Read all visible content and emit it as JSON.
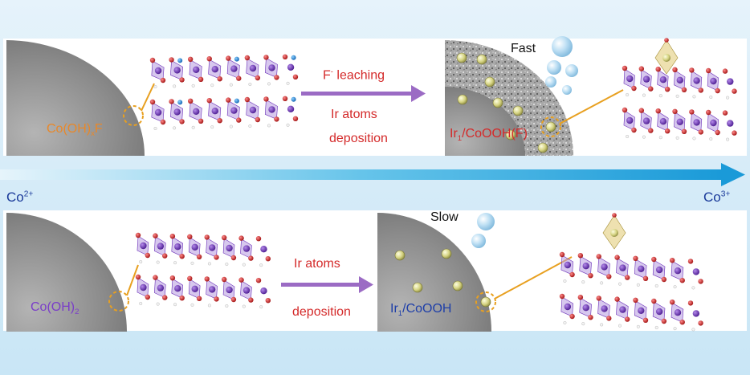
{
  "top_panel": {
    "substrate_label_main": "Co(OH)",
    "substrate_label_sub": "x",
    "substrate_label_tail": "F",
    "step1": "F",
    "step1_sup": "-",
    "step1_tail": " leaching",
    "step2": "Ir  atoms",
    "step3": "deposition",
    "product_main": "Ir",
    "product_sub": "1",
    "product_tail": "/CoOOH(F)",
    "rate": "Fast"
  },
  "bottom_panel": {
    "substrate_label_main": "Co(OH)",
    "substrate_label_sub": "2",
    "step1": "Ir  atoms",
    "step2": "deposition",
    "product_main": "Ir",
    "product_sub": "1",
    "product_tail": "/CoOOH",
    "rate": "Slow"
  },
  "gradient_axis": {
    "left_main": "Co",
    "left_sup": "2+",
    "right_main": "Co",
    "right_sup": "3+"
  },
  "colors": {
    "substrate": "#8a8a8a",
    "purple_atom": "#6a2fb8",
    "oxygen": "#cc1f1f",
    "fluorine": "#1f7fd0",
    "ir_atom": "#d8d890",
    "connector": "#e8a020",
    "process_arrow": "#9b6bc4",
    "gradient_arrow": "#2aa6dc",
    "label_orange": "#e8882a",
    "label_purple": "#7a3ec8",
    "label_blue": "#1f3fa8",
    "label_red": "#d42a2a"
  }
}
